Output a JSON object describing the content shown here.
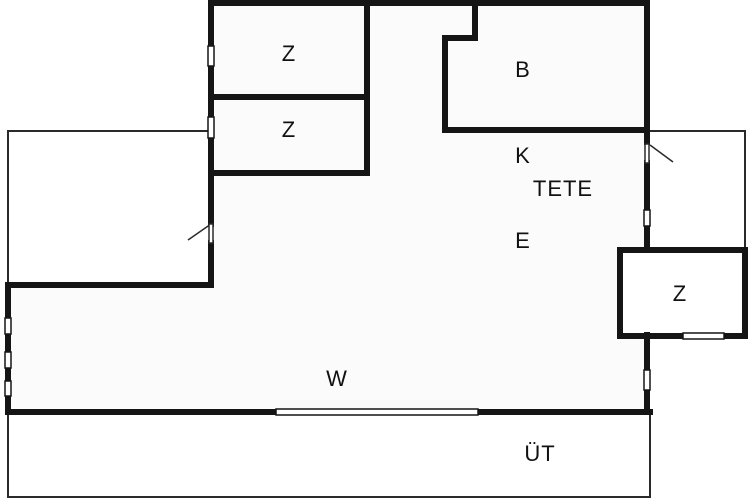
{
  "labels": {
    "room_z1": "Z",
    "room_z2": "Z",
    "room_b": "B",
    "room_k": "K",
    "room_tete": "TETE",
    "room_e": "E",
    "room_z3": "Z",
    "room_w": "W",
    "room_ut": "ÜT"
  },
  "colors": {
    "wall": "#151515",
    "thin_line": "#2a2a2a",
    "floor": "#fbfbfb",
    "background": "#ffffff"
  }
}
